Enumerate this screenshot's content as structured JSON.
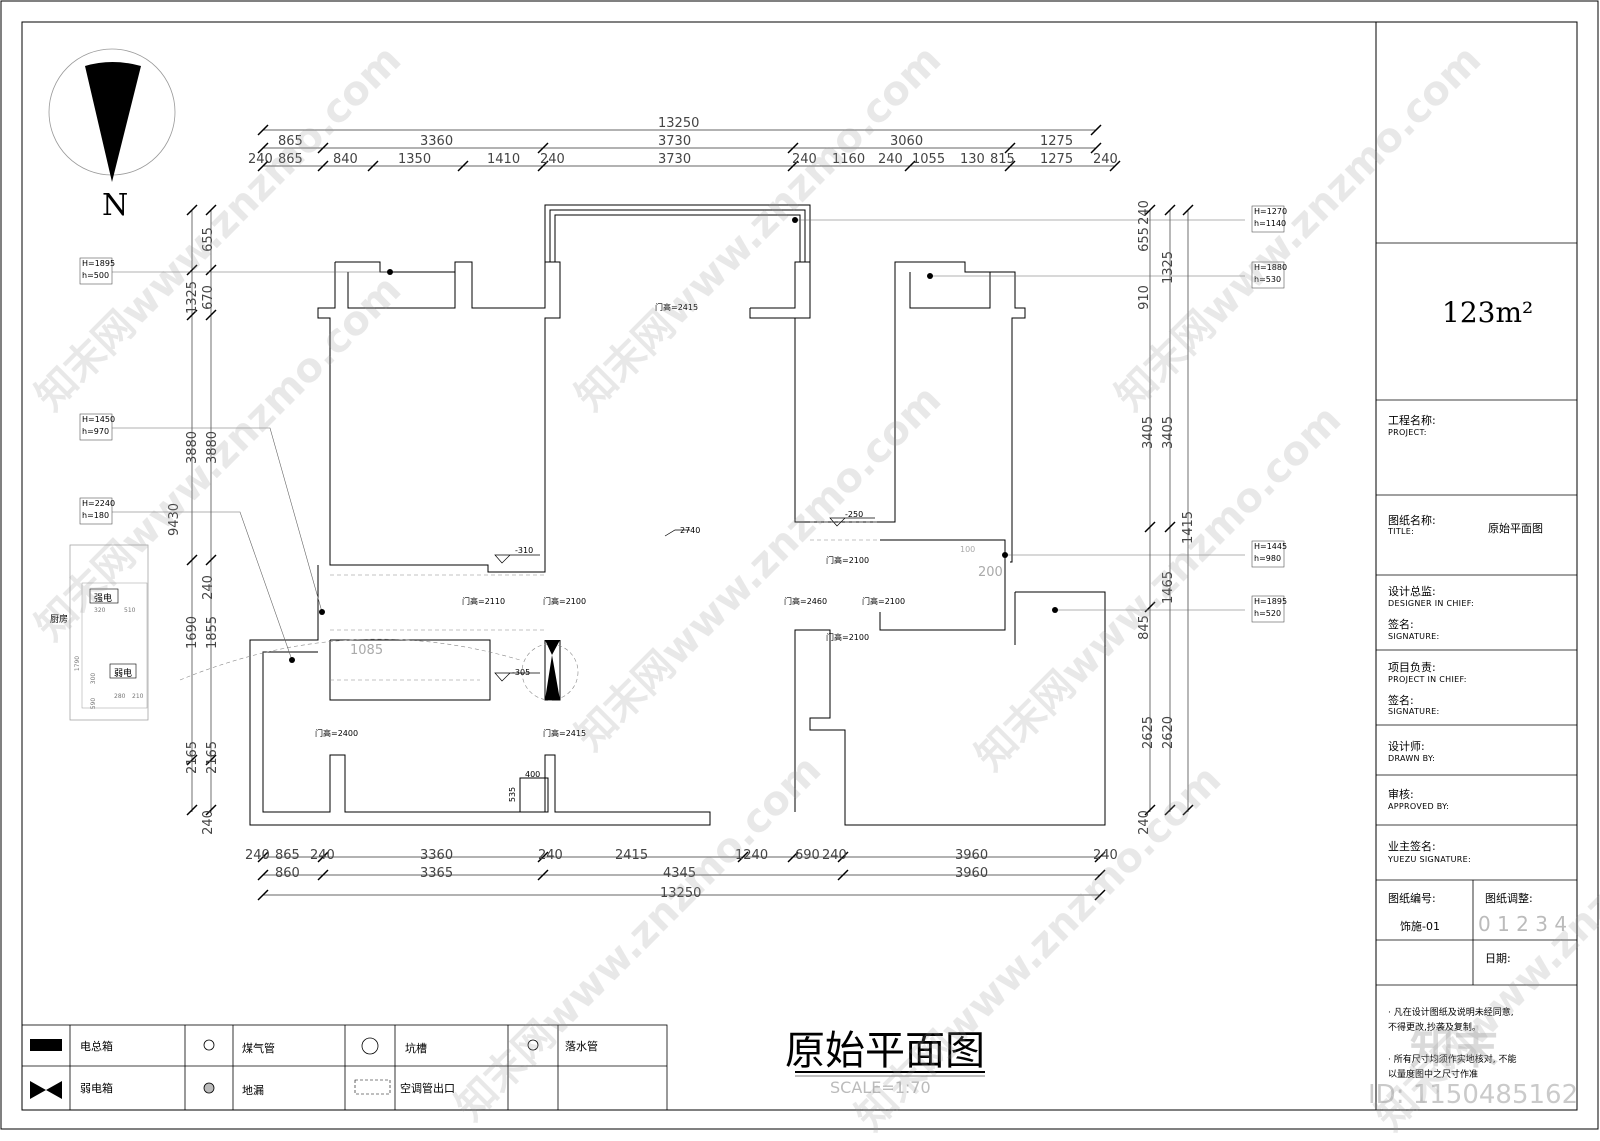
{
  "north_label": "N",
  "area": "123m²",
  "plan_title": "原始平面图",
  "scale": "SCALE=1:70",
  "title_block": {
    "project_cn": "工程名称:",
    "project_en": "PROJECT:",
    "title_cn": "图纸名称:",
    "title_en": "TITLE:",
    "title_value": "原始平面图",
    "chief_cn": "设计总监:",
    "chief_en": "DESIGNER IN CHIEF:",
    "sign1_cn": "签名:",
    "sign1_en": "SIGNATURE:",
    "pm_cn": "项目负责:",
    "pm_en": "PROJECT  IN CHIEF:",
    "sign2_cn": "签名:",
    "sign2_en": "SIGNATURE:",
    "drawn_cn": "设计师:",
    "drawn_en": "DRAWN BY:",
    "approved_cn": "审核:",
    "approved_en": "APPROVED BY:",
    "owner_cn": "业主签名:",
    "owner_en": "YUEZU SIGNATURE:",
    "drawing_no_label": "图纸编号:",
    "drawing_no": "饰施-01",
    "revision_label": "图纸调整:",
    "revision_digits": "0 1 2 3 4",
    "date_label": "日期:",
    "notes": [
      "· 凡在设计图纸及说明未经同意,",
      "  不得更改,抄袭及复制。",
      "· 所有尺寸均须作实地核对, 不能",
      "  以量度图中之尺寸作准"
    ]
  },
  "legend": [
    {
      "symbol": "filled-rect-icon",
      "label": "电总箱"
    },
    {
      "symbol": "small-circle-icon",
      "label": "煤气管"
    },
    {
      "symbol": "large-circle-icon",
      "label": "坑槽"
    },
    {
      "symbol": "small-circle-icon",
      "label": "落水管"
    },
    {
      "symbol": "bowtie-icon",
      "label": "弱电箱"
    },
    {
      "symbol": "gray-circle-icon",
      "label": "地漏"
    },
    {
      "symbol": "dashed-rect-icon",
      "label": "空调管出口"
    }
  ],
  "dims_top_1": [
    "13250"
  ],
  "dims_top_2": [
    "865",
    "3360",
    "3730",
    "3060",
    "1275"
  ],
  "dims_top_3": [
    "240",
    "865",
    "840",
    "1350",
    "1410",
    "240",
    "3730",
    "240",
    "1160",
    "240",
    "1055",
    "130",
    "815",
    "1275",
    "240"
  ],
  "dims_bottom_1": [
    "240",
    "865",
    "240",
    "3360",
    "240",
    "2415",
    "1240",
    "690",
    "240",
    "3960",
    "240"
  ],
  "dims_bottom_2": [
    "860",
    "3365",
    "4345",
    "3960"
  ],
  "dims_bottom_3": [
    "13250"
  ],
  "dims_left": [
    "1325",
    "655",
    "670",
    "3880",
    "3880",
    "9430",
    "1690",
    "1855",
    "240",
    "2165",
    "2165",
    "240"
  ],
  "dims_right": [
    "910",
    "655",
    "240",
    "1325",
    "3405",
    "3405",
    "1465",
    "1415",
    "845",
    "2625",
    "2620",
    "240"
  ],
  "tags": [
    {
      "H": "H=1895",
      "h": "h=500"
    },
    {
      "H": "H=1450",
      "h": "h=970"
    },
    {
      "H": "H=2240",
      "h": "h=180"
    },
    {
      "H": "H=1270",
      "h": "h=1140"
    },
    {
      "H": "H=1880",
      "h": "h=530"
    },
    {
      "H": "H=1445",
      "h": "h=980"
    },
    {
      "H": "H=1895",
      "h": "h=520"
    }
  ],
  "door_heights": [
    "门高=2415",
    "门高=2110",
    "门高=2100",
    "门高=2400",
    "门高=2415",
    "门高=2100",
    "门高=2460",
    "门高=2100",
    "门高=2100"
  ],
  "levels": [
    "2740",
    "-310",
    "-305",
    "-250"
  ],
  "misc_dims": [
    "1085",
    "400",
    "535",
    "200",
    "100"
  ],
  "kitchen_label": "厨房",
  "kitchen_strong": "强电",
  "kitchen_weak": "弱电",
  "kitchen_dims": [
    "320",
    "510",
    "1790",
    "300",
    "590",
    "280",
    "210"
  ],
  "watermark": "知末网www.znzmo.com",
  "watermark_logo": "知末",
  "watermark_id": "ID: 1150485162"
}
